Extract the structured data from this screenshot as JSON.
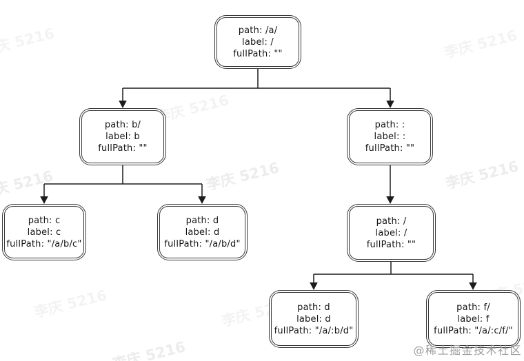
{
  "nodes": {
    "root": {
      "path": "path: /a/",
      "label": "label: /",
      "fullPath": "fullPath: \"\""
    },
    "b": {
      "path": "path: b/",
      "label": "label: b",
      "fullPath": "fullPath: \"\""
    },
    "colon": {
      "path": "path: :",
      "label": "label: :",
      "fullPath": "fullPath: \"\""
    },
    "c": {
      "path": "path: c",
      "label": "label: c",
      "fullPath": "fullPath: \"/a/b/c\""
    },
    "d_left": {
      "path": "path: d",
      "label": "label: d",
      "fullPath": "fullPath: \"/a/b/d\""
    },
    "slash": {
      "path": "path: /",
      "label": "label: /",
      "fullPath": "fullPath: \"\""
    },
    "d_right": {
      "path": "path: d",
      "label": "label: d",
      "fullPath": "fullPath: \"/a/:b/d\""
    },
    "f": {
      "path": "path: f/",
      "label": "label: f",
      "fullPath": "fullPath: \"/a/:c/f/\""
    }
  },
  "watermark": {
    "text": "李庆 5216"
  },
  "credit": {
    "text": "@稀土掘金技术社区"
  },
  "colors": {
    "line": "#1c1c1c",
    "border": "#3a3a3a",
    "watermark": "#ececec",
    "credit": "#9c9c9c"
  }
}
